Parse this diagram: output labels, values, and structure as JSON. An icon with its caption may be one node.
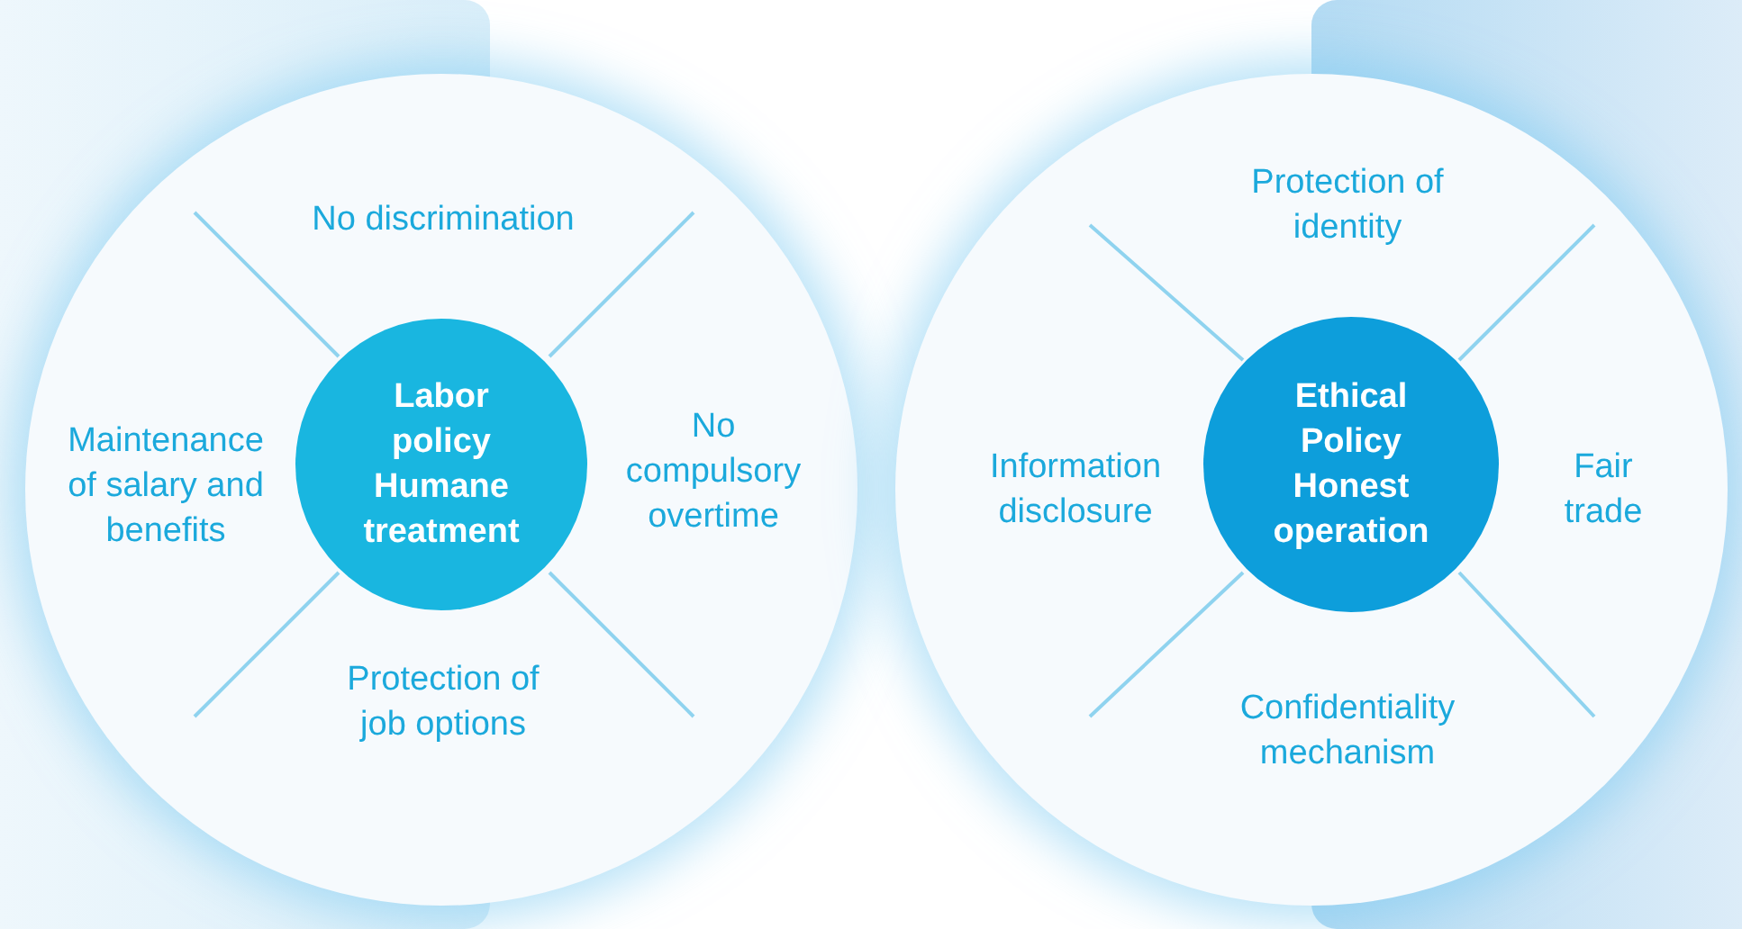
{
  "diagram": {
    "nodes": [
      {
        "text": [],
        "shape": "circle"
      },
      {
        "text": [
          "Labor policy Humane treatment"
        ],
        "in": 0
      },
      {
        "text": [],
        "shape": "circle"
      },
      {
        "text": [
          "Ethical Policy Honest operation"
        ],
        "in": 2
      }
    ],
    "labels": [
      "No discrimination",
      "Maintenance of salary and benefits",
      "No compulsory overtime",
      "Protection of job options",
      "Protection of identity",
      "Information disclosure",
      "Fair trade",
      "Confidentiality mechanism"
    ]
  }
}
